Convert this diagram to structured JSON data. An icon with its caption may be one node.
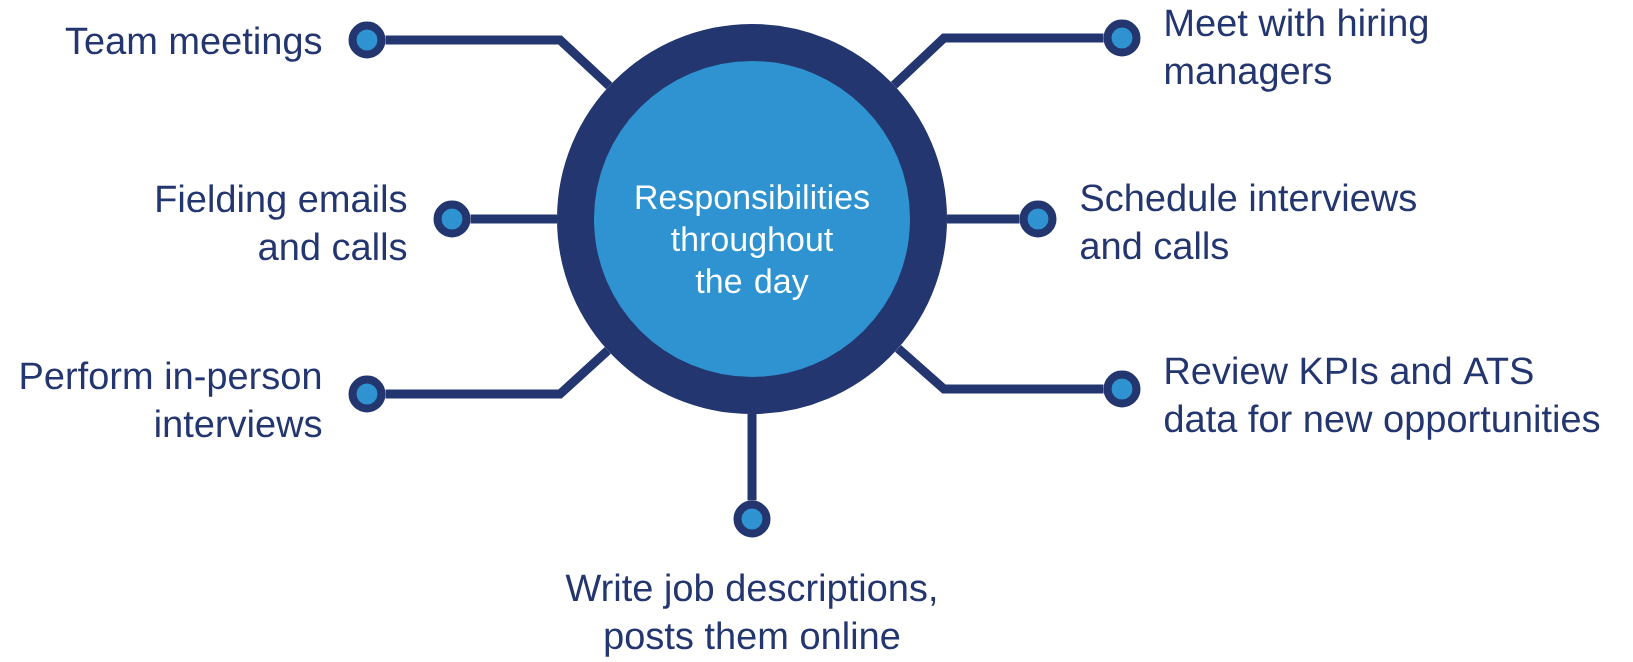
{
  "diagram": {
    "nodes": [
      {
        "text": [
          "Responsibilities throughout the day"
        ]
      },
      {
        "text": [],
        "shape": "circle",
        "beside": [
          "Team meetings"
        ]
      },
      {
        "text": [],
        "shape": "circle",
        "beside": [
          "Meet with hiring managers"
        ]
      },
      {
        "text": [],
        "shape": "circle",
        "beside": [
          "Fielding emails and calls"
        ]
      },
      {
        "text": [],
        "shape": "circle",
        "beside": [
          "Schedule interviews and calls"
        ]
      },
      {
        "text": [],
        "shape": "circle",
        "beside": [
          "Perform in-person interviews"
        ]
      },
      {
        "text": [],
        "shape": "circle",
        "beside": [
          "Review KPIs and ATS data for new opportunities"
        ]
      },
      {
        "text": [],
        "shape": "circle",
        "beside": [
          "Write job descriptions, posts them online"
        ]
      }
    ],
    "edges": [
      {
        "from": 0,
        "to": 1,
        "arrow": "none"
      },
      {
        "from": 0,
        "to": 2,
        "arrow": "none"
      },
      {
        "from": 0,
        "to": 3,
        "arrow": "none"
      },
      {
        "from": 0,
        "to": 4,
        "arrow": "none"
      },
      {
        "from": 0,
        "to": 5,
        "arrow": "none"
      },
      {
        "from": 0,
        "to": 6,
        "arrow": "none"
      },
      {
        "from": 0,
        "to": 7,
        "arrow": "none"
      }
    ]
  }
}
